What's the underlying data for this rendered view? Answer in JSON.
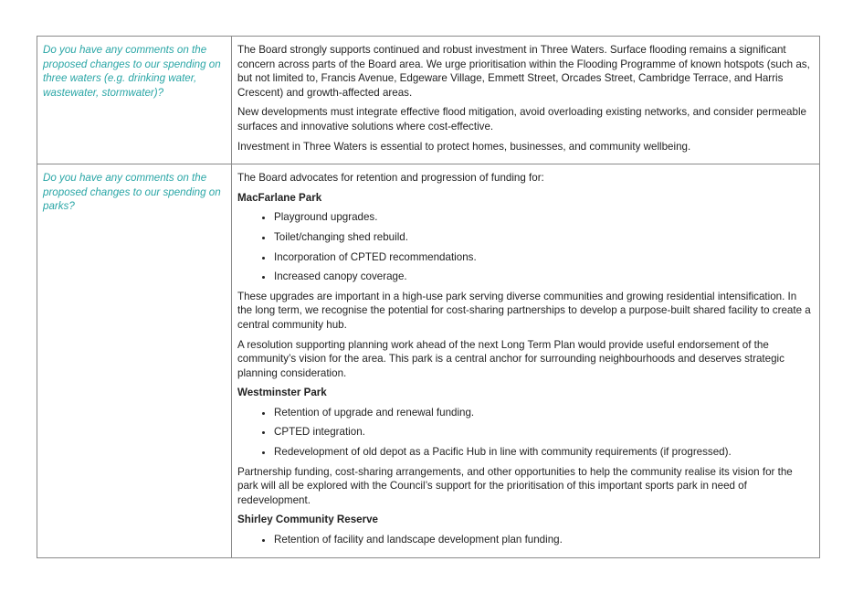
{
  "rows": [
    {
      "question": "Do you have any comments on the proposed changes to our spending on three waters (e.g. drinking water, wastewater, stormwater)?",
      "paragraphs": [
        "The Board strongly supports continued and robust investment in Three Waters. Surface flooding remains a significant concern across parts of the Board area. We urge prioritisation within the Flooding Programme of known hotspots (such as, but not limited to, Francis Avenue, Edgeware Village, Emmett Street, Orcades Street, Cambridge Terrace, and Harris Crescent) and growth-affected areas.",
        "New developments must integrate effective flood mitigation, avoid overloading existing networks, and consider permeable surfaces and innovative solutions where cost-effective.",
        "Investment in Three Waters is essential to protect homes, businesses, and community wellbeing."
      ]
    },
    {
      "question": "Do you have any comments on the proposed changes to our spending on parks?",
      "intro": "The Board advocates for retention and progression of funding for:",
      "macfarlane": {
        "heading": "MacFarlane Park",
        "bullets": [
          "Playground upgrades.",
          "Toilet/changing shed rebuild.",
          "Incorporation of CPTED recommendations.",
          "Increased canopy coverage."
        ],
        "paragraphs": [
          "These upgrades are important in a high-use park serving diverse communities and growing residential intensification. In the long term, we recognise the potential for cost-sharing partnerships to develop a purpose-built shared facility to create a central community hub.",
          "A resolution supporting planning work ahead of the next Long Term Plan would provide useful endorsement of the community’s vision for the area. This park is a central anchor for surrounding neighbourhoods and deserves strategic planning consideration."
        ]
      },
      "westminster": {
        "heading": "Westminster Park",
        "bullets": [
          "Retention of upgrade and renewal funding.",
          "CPTED integration.",
          "Redevelopment of old depot as a Pacific Hub in line with community requirements (if progressed)."
        ],
        "paragraphs": [
          "Partnership funding, cost-sharing arrangements, and other opportunities to help the community realise its vision for the park will all be explored with the Council’s support for the prioritisation of this important sports park in need of redevelopment."
        ]
      },
      "shirley": {
        "heading": "Shirley Community Reserve",
        "bullets": [
          "Retention of facility and landscape development plan funding."
        ]
      }
    }
  ]
}
